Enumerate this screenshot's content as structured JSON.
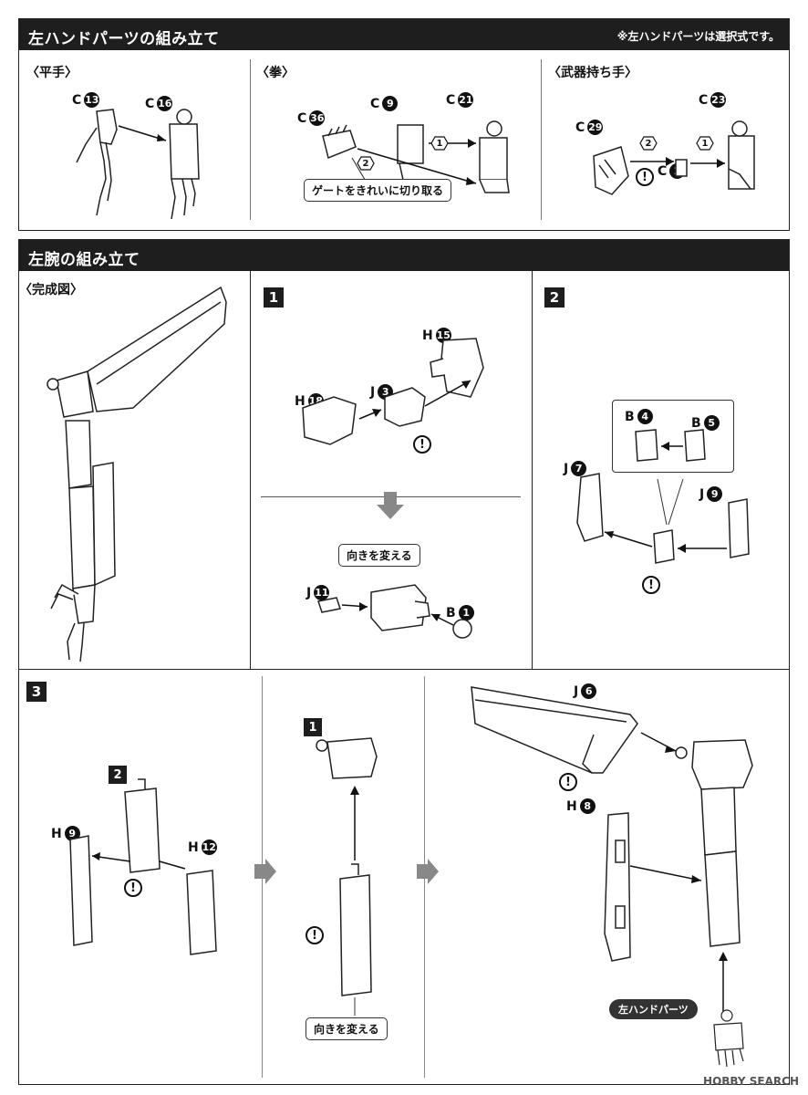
{
  "hand_section": {
    "title": "左ハンドパーツの組み立て",
    "note": "※左ハンドパーツは選択式です。",
    "groups": [
      {
        "title": "〈平手〉",
        "parts": [
          {
            "letter": "C",
            "num": "13"
          },
          {
            "letter": "C",
            "num": "16"
          }
        ]
      },
      {
        "title": "〈拳〉",
        "parts": [
          {
            "letter": "C",
            "num": "36"
          },
          {
            "letter": "C",
            "num": "9"
          },
          {
            "letter": "C",
            "num": "21"
          }
        ],
        "callout": "ゲートをきれいに切り取る"
      },
      {
        "title": "〈武器持ち手〉",
        "parts": [
          {
            "letter": "C",
            "num": "29"
          },
          {
            "letter": "C",
            "num": "23"
          },
          {
            "letter": "C",
            "num": "2"
          }
        ]
      }
    ],
    "seq": [
      "1",
      "2"
    ]
  },
  "arm_section": {
    "title": "左腕の組み立て",
    "complete_label": "〈完成図〉",
    "steps": [
      "1",
      "2",
      "3"
    ],
    "step1": {
      "parts": [
        {
          "letter": "H",
          "num": "15"
        },
        {
          "letter": "H",
          "num": "18"
        },
        {
          "letter": "J",
          "num": "3"
        },
        {
          "letter": "J",
          "num": "11"
        },
        {
          "letter": "B",
          "num": "1"
        }
      ],
      "callout": "向きを変える"
    },
    "step2": {
      "parts": [
        {
          "letter": "B",
          "num": "4"
        },
        {
          "letter": "B",
          "num": "5"
        },
        {
          "letter": "J",
          "num": "7"
        },
        {
          "letter": "J",
          "num": "9"
        }
      ]
    },
    "step3": {
      "parts": [
        {
          "letter": "H",
          "num": "9"
        },
        {
          "letter": "H",
          "num": "12"
        },
        {
          "letter": "J",
          "num": "6"
        },
        {
          "letter": "H",
          "num": "8"
        }
      ],
      "sub_steps": [
        "2",
        "1"
      ],
      "callout": "向きを変える",
      "hand_label": "左ハンドパーツ"
    }
  },
  "warn_symbol": "!",
  "watermark": "HOBBY SEARCH"
}
